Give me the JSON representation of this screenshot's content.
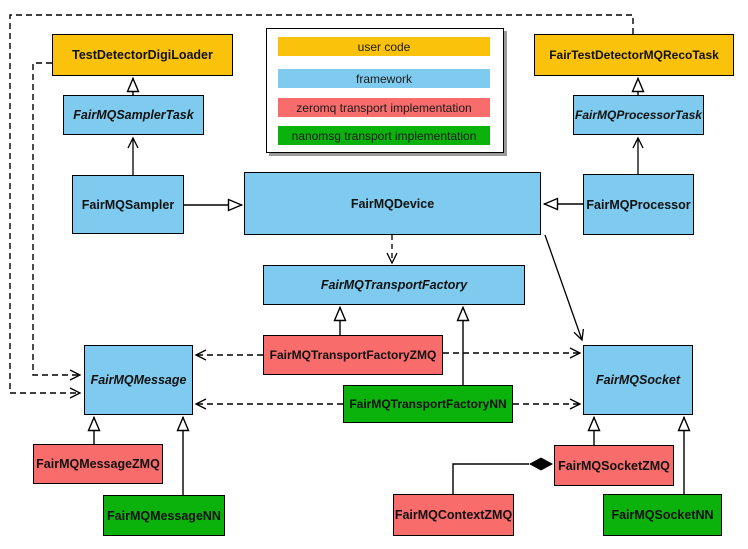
{
  "diagram": {
    "legend": {
      "items": [
        {
          "id": "user-code",
          "label": "user code",
          "color": "#FBC20B"
        },
        {
          "id": "framework",
          "label": "framework",
          "color": "#7ECBEF"
        },
        {
          "id": "zeromq",
          "label": "zeromq transport implementation",
          "color": "#F96C6C"
        },
        {
          "id": "nanomsg",
          "label": "nanomsg transport implementation",
          "color": "#0CB20C"
        }
      ]
    },
    "nodes": {
      "digiLoader": {
        "label": "TestDetectorDigiLoader",
        "category": "user code"
      },
      "recoTask": {
        "label": "FairTestDetectorMQRecoTask",
        "category": "user code"
      },
      "samplerTask": {
        "label": "FairMQSamplerTask",
        "category": "framework",
        "abstract": true
      },
      "processorTask": {
        "label": "FairMQProcessorTask",
        "category": "framework",
        "abstract": true
      },
      "sampler": {
        "label": "FairMQSampler",
        "category": "framework"
      },
      "device": {
        "label": "FairMQDevice",
        "category": "framework"
      },
      "processor": {
        "label": "FairMQProcessor",
        "category": "framework"
      },
      "transportFactory": {
        "label": "FairMQTransportFactory",
        "category": "framework",
        "abstract": true
      },
      "transportFactoryZMQ": {
        "label": "FairMQTransportFactoryZMQ",
        "category": "zeromq"
      },
      "transportFactoryNN": {
        "label": "FairMQTransportFactoryNN",
        "category": "nanomsg"
      },
      "message": {
        "label": "FairMQMessage",
        "category": "framework",
        "abstract": true
      },
      "socket": {
        "label": "FairMQSocket",
        "category": "framework",
        "abstract": true
      },
      "messageZMQ": {
        "label": "FairMQMessageZMQ",
        "category": "zeromq"
      },
      "messageNN": {
        "label": "FairMQMessageNN",
        "category": "nanomsg"
      },
      "contextZMQ": {
        "label": "FairMQContextZMQ",
        "category": "zeromq"
      },
      "socketZMQ": {
        "label": "FairMQSocketZMQ",
        "category": "zeromq"
      },
      "socketNN": {
        "label": "FairMQSocketNN",
        "category": "nanomsg"
      }
    },
    "edge_colors": {
      "line": "#000000",
      "inheritance_fill": "#ffffff",
      "composition_fill": "#000000"
    }
  }
}
